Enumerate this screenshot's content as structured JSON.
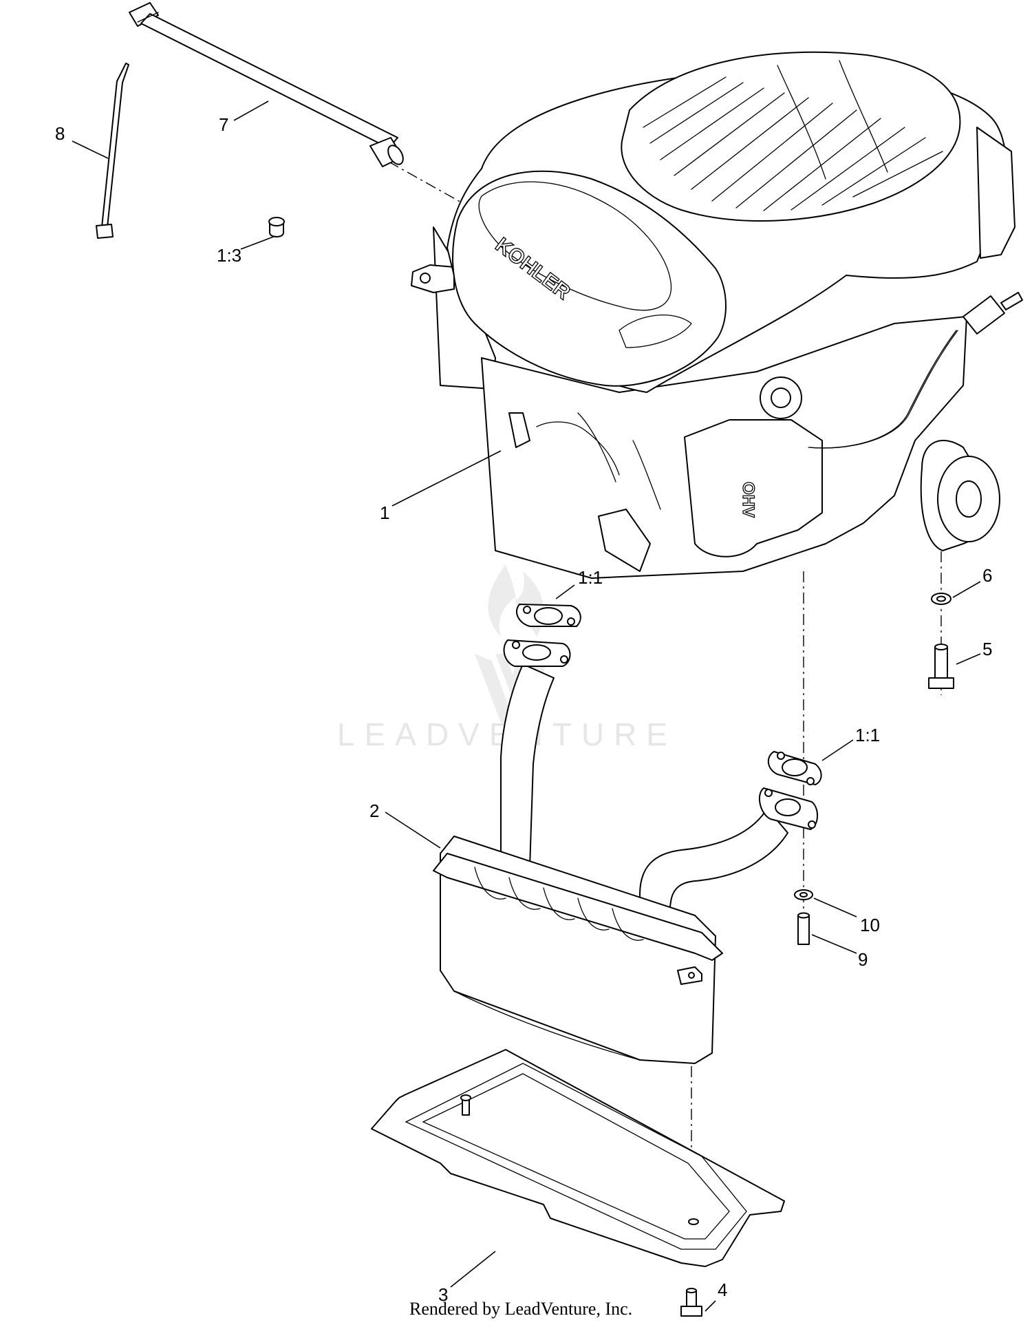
{
  "diagram": {
    "callouts": [
      {
        "id": "c1",
        "label": "1"
      },
      {
        "id": "c1-1-upper",
        "label": "1:1"
      },
      {
        "id": "c1-1-lower",
        "label": "1:1"
      },
      {
        "id": "c1-3",
        "label": "1:3"
      },
      {
        "id": "c2",
        "label": "2"
      },
      {
        "id": "c3",
        "label": "3"
      },
      {
        "id": "c4",
        "label": "4"
      },
      {
        "id": "c5",
        "label": "5"
      },
      {
        "id": "c6",
        "label": "6"
      },
      {
        "id": "c7",
        "label": "7"
      },
      {
        "id": "c8",
        "label": "8"
      },
      {
        "id": "c9",
        "label": "9"
      },
      {
        "id": "c10",
        "label": "10"
      }
    ],
    "engine_brand": "KOHLER",
    "engine_badge": "OHV",
    "watermark": "LEADVENTURE",
    "footer": "Rendered by LeadVenture, Inc."
  }
}
